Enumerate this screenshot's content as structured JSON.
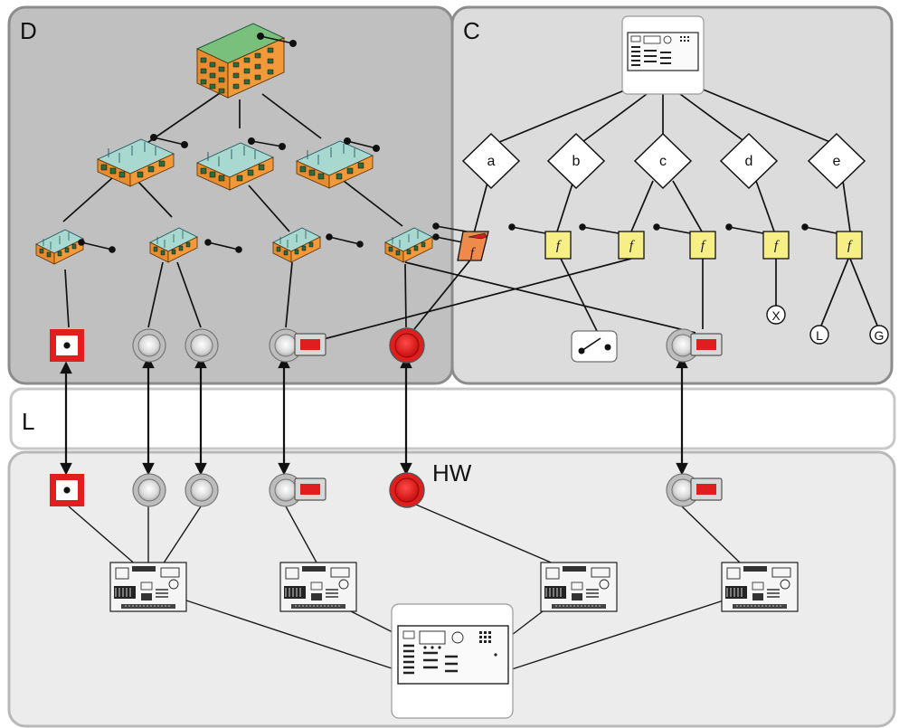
{
  "zones": {
    "building": "D",
    "control": "C",
    "link": "L",
    "hardware": "HW"
  },
  "control_nodes": [
    "a",
    "b",
    "c",
    "d",
    "e"
  ],
  "function_symbol": "f",
  "outputs": [
    "X",
    "L",
    "G"
  ],
  "colors": {
    "zone_building": "#c0c0c0",
    "zone_control": "#dcdcdc",
    "zone_link": "#ffffff",
    "zone_hardware": "#ececec",
    "zone_border": "#8c8c8c",
    "function_block": "#f6ef86",
    "function_block_active": "#f08a4b",
    "alarm_red": "#e01e1e",
    "floor_orange": "#f0962e",
    "floor_teal": "#a8d8d0",
    "roof_green": "#78c07c"
  }
}
